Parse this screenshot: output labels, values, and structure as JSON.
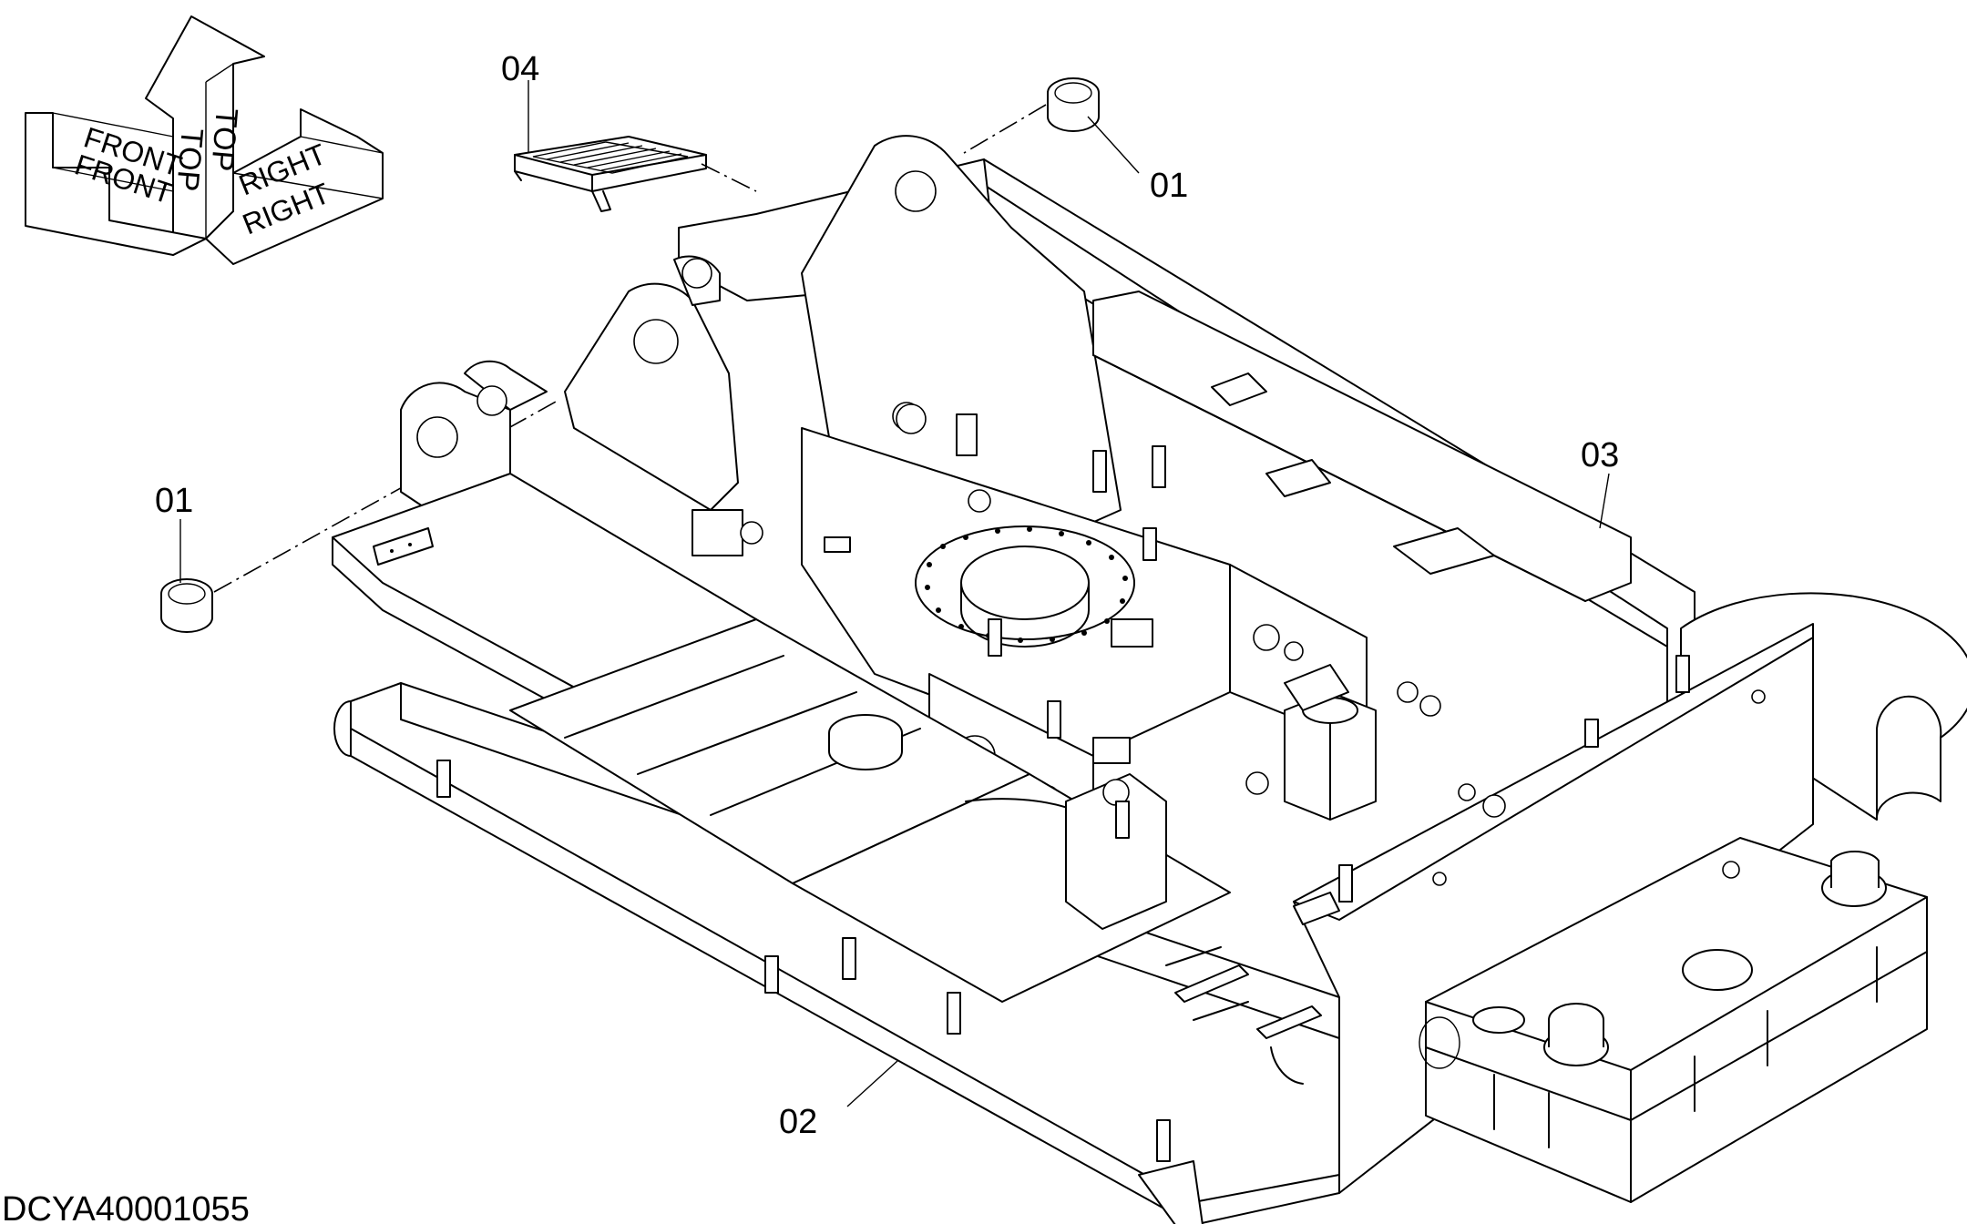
{
  "orientation_icon": {
    "labels": {
      "top": "TOP",
      "front": "FRONT",
      "right": "RIGHT"
    }
  },
  "callouts": [
    {
      "id": "c1",
      "number": "04"
    },
    {
      "id": "c2",
      "number": "01"
    },
    {
      "id": "c3",
      "number": "01"
    },
    {
      "id": "c4",
      "number": "03"
    },
    {
      "id": "c5",
      "number": "02"
    }
  ],
  "drawing_number": "DCYA40001055"
}
